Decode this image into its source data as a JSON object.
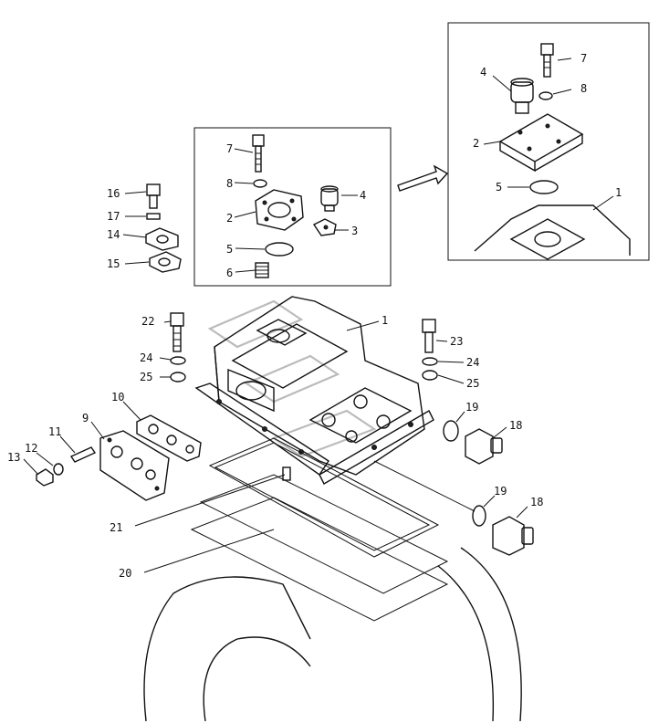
{
  "labels": {
    "l1_a": "1",
    "l1_b": "1",
    "l2_a": "2",
    "l2_b": "2",
    "l3": "3",
    "l4_a": "4",
    "l4_b": "4",
    "l5_a": "5",
    "l5_b": "5",
    "l6": "6",
    "l7_a": "7",
    "l7_b": "7",
    "l8_a": "8",
    "l8_b": "8",
    "l9": "9",
    "l10": "10",
    "l11": "11",
    "l12": "12",
    "l13": "13",
    "l14": "14",
    "l15": "15",
    "l16": "16",
    "l17": "17",
    "l18_a": "18",
    "l18_b": "18",
    "l19_a": "19",
    "l19_b": "19",
    "l20": "20",
    "l21": "21",
    "l22": "22",
    "l23": "23",
    "l24_a": "24",
    "l24_b": "24",
    "l25_a": "25",
    "l25_b": "25"
  }
}
